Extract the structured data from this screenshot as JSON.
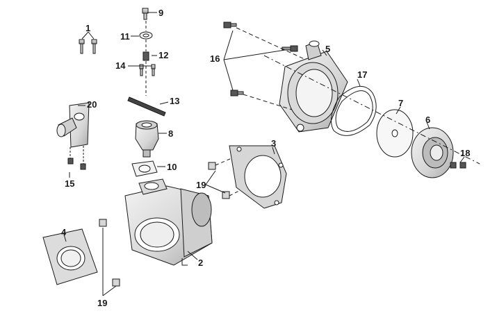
{
  "diagram": {
    "callouts": [
      "1",
      "2",
      "3",
      "4",
      "5",
      "6",
      "7",
      "8",
      "9",
      "10",
      "11",
      "12",
      "13",
      "14",
      "15",
      "16",
      "17",
      "18",
      "19",
      "19",
      "20"
    ],
    "colors": {
      "line": "#1a1a1a",
      "part_fill": "#e2e2e2",
      "part_shadow": "#b9b9b9",
      "background": "#ffffff"
    }
  }
}
